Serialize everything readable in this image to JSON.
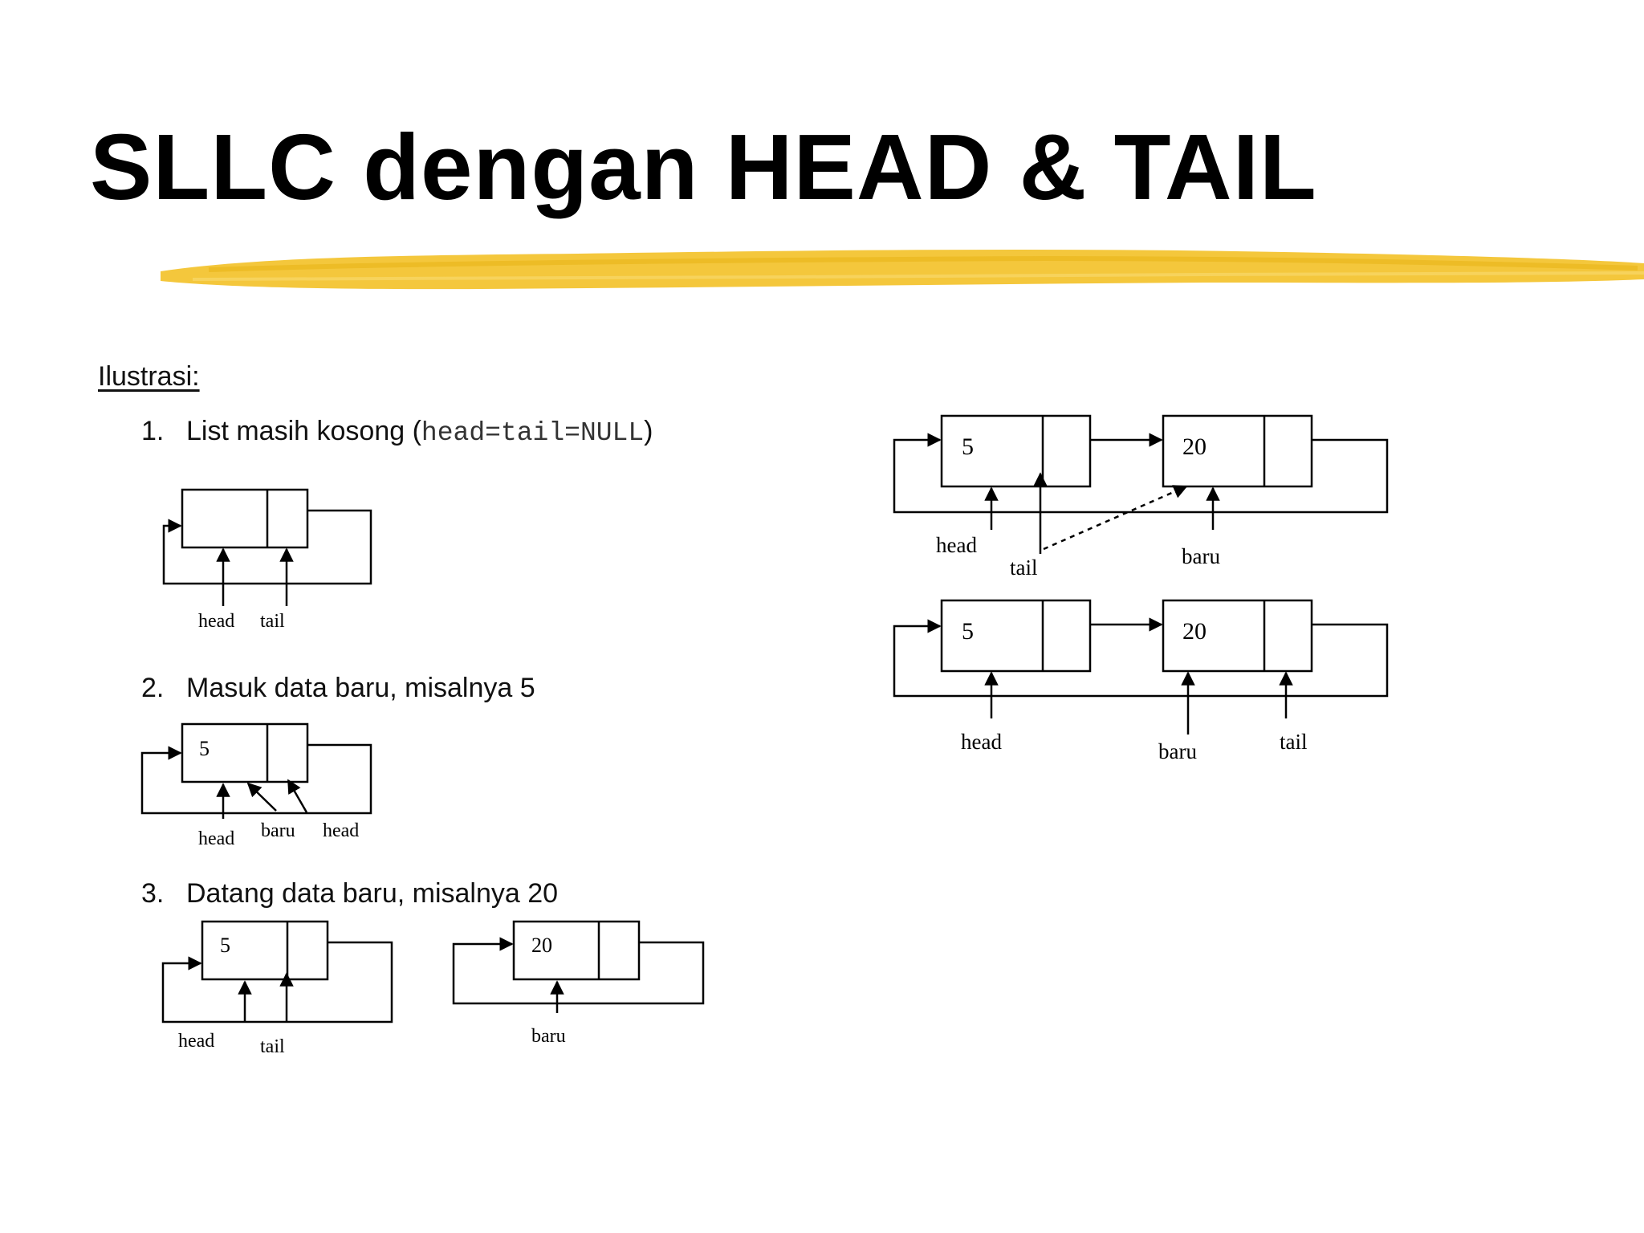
{
  "slide": {
    "title": "SLLC dengan HEAD & TAIL",
    "accent_color": "#f3c431",
    "section_label": "Ilustrasi:",
    "steps": [
      {
        "number": "1.",
        "text": "List masih kosong (",
        "code": "head=tail=NULL",
        "text_after": ")"
      },
      {
        "number": "2.",
        "text": "Masuk data baru, misalnya 5"
      },
      {
        "number": "3.",
        "text": "Datang data baru, misalnya 20"
      }
    ]
  },
  "diagrams": {
    "empty": {
      "labels": [
        "head",
        "tail"
      ]
    },
    "step2": {
      "node_value": "5",
      "labels": [
        "head",
        "baru",
        "head"
      ]
    },
    "step3": {
      "node_a_value": "5",
      "node_b_value": "20",
      "labels_a": [
        "head",
        "tail"
      ],
      "label_b": "baru"
    },
    "right_top": {
      "values": [
        "5",
        "20"
      ],
      "labels": [
        "head",
        "tail",
        "baru"
      ]
    },
    "right_bottom": {
      "values": [
        "5",
        "20"
      ],
      "labels": [
        "head",
        "baru",
        "tail"
      ]
    }
  }
}
